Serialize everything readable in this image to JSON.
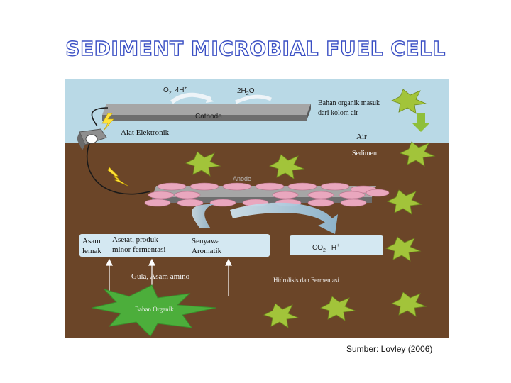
{
  "title": "SEDIMENT MICROBIAL FUEL CELL",
  "source": "Sumber: Lovley (2006)",
  "labels": {
    "o2": "O",
    "o2_sub": "2",
    "h_plus_top": "4H",
    "h_plus_sup": "+",
    "h2o_a": "2H",
    "h2o_sub": "2",
    "h2o_b": "O",
    "cathode": "Cathode",
    "anode": "Anode",
    "electronics": "Alat Elektronik",
    "organic_in_1": "Bahan organik masuk",
    "organic_in_2": "dari kolom air",
    "water": "Air",
    "sediment": "Sedimen",
    "fatty_1": "Asam",
    "fatty_2": "lemak",
    "acetate_1": "Asetat, produk",
    "acetate_2": "minor fermentasi",
    "aromatic_1": "Senyawa",
    "aromatic_2": "Aromatik",
    "co2": "CO",
    "co2_sub": "2",
    "h_plus_box": "H",
    "h_plus_box_sup": "+",
    "sugar": "Gula, Asam amino",
    "hydrolysis": "Hidrolisis dan Fermentasi",
    "organic_matter": "Bahan Organik"
  },
  "colors": {
    "water": "#b9d9e6",
    "sediment": "#6b4528",
    "electrode": "#8e8e8e",
    "anode_cells": "#e9a7be",
    "microbe": "#a2c43a",
    "organic_star": "#4cae3b",
    "process_box": "#d4e8f2",
    "title_outline": "#3a4fc4"
  }
}
